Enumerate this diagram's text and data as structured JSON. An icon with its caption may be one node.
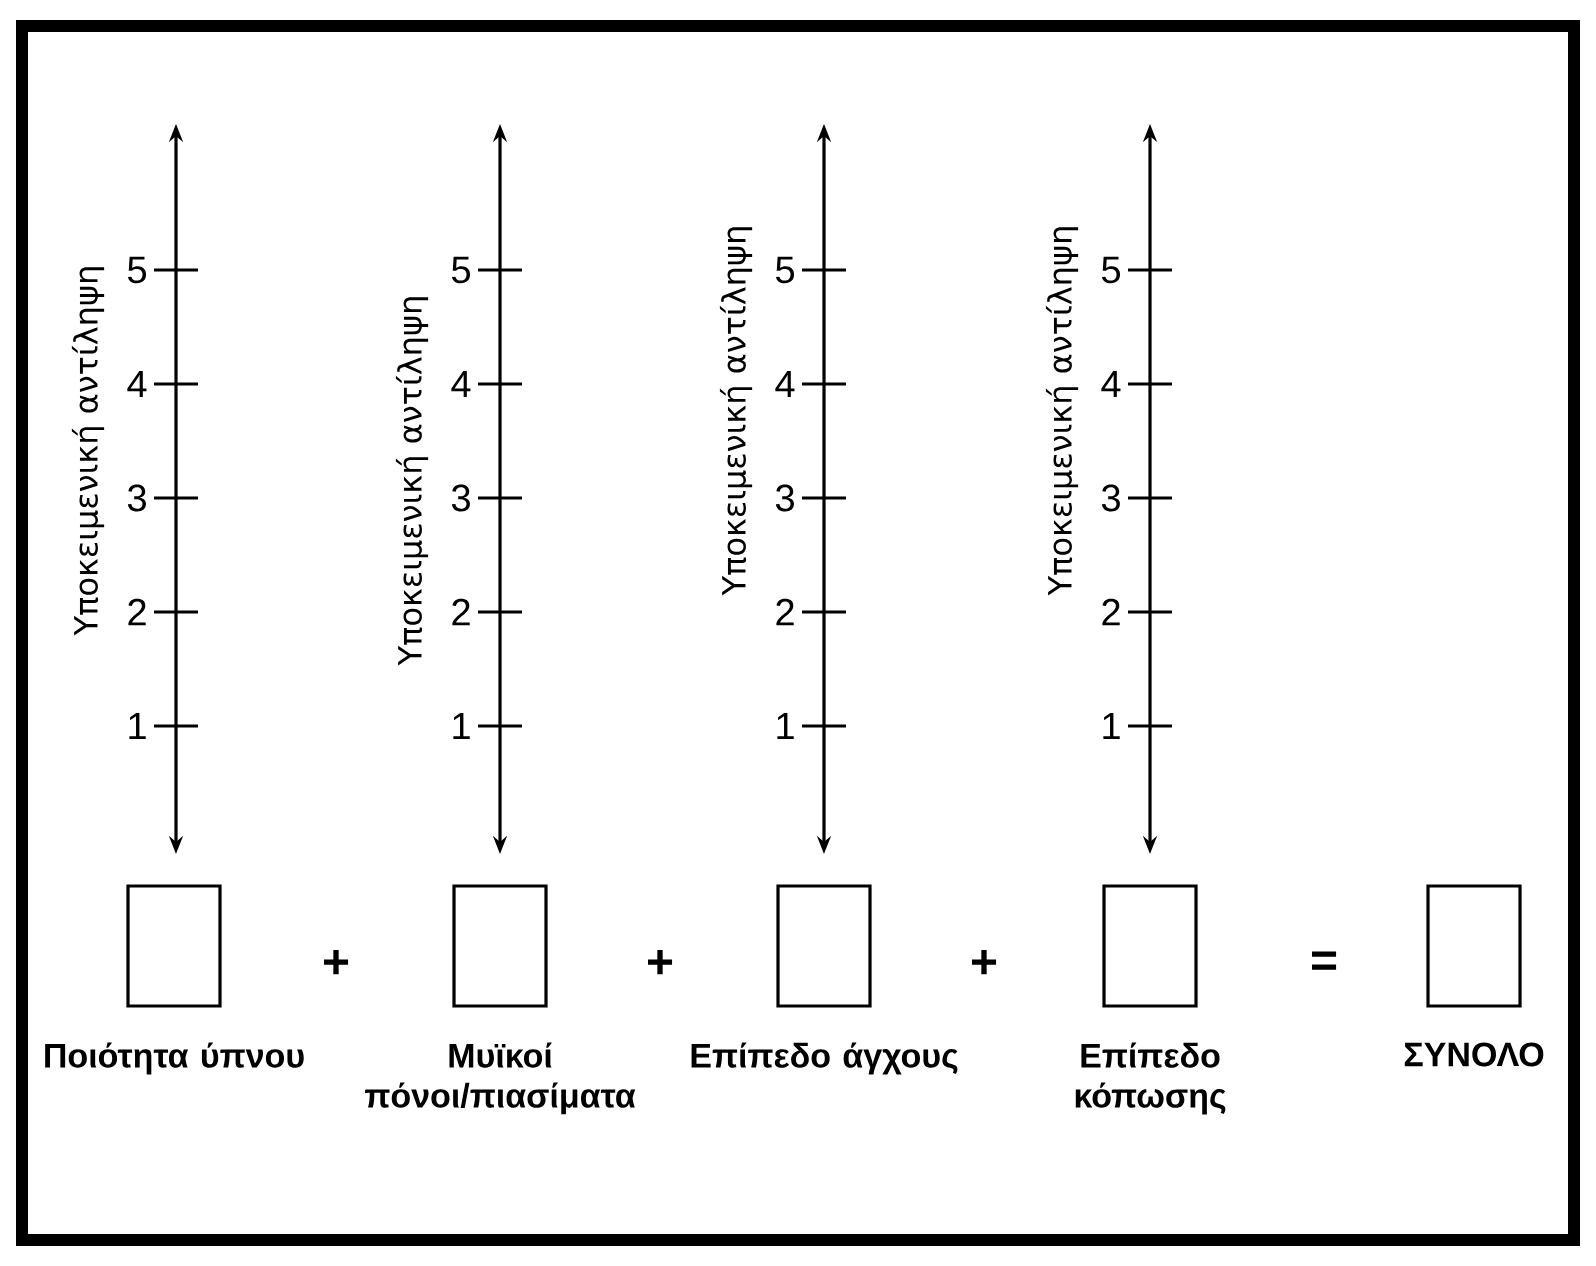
{
  "diagram": {
    "nodes": [
      {
        "text": [],
        "shape": "box",
        "beside": [
          "Ποιότητα ύπνου"
        ]
      },
      {
        "text": [],
        "shape": "box",
        "beside": [
          "Μυϊκοί πόνοι/πιασίματα"
        ]
      },
      {
        "text": [],
        "shape": "box",
        "beside": [
          "Επίπεδο άγχους"
        ]
      },
      {
        "text": [],
        "shape": "box",
        "beside": [
          "Επίπεδο κόπωσης"
        ]
      },
      {
        "text": [],
        "shape": "box",
        "beside": [
          "ΣΥΝΟΛΟ"
        ]
      }
    ],
    "labels": [
      "Υποκειμενική αντίληψη",
      "5",
      "4",
      "3",
      "2",
      "1",
      "Υποκειμενική αντίληψη",
      "5",
      "4",
      "3",
      "2",
      "1",
      "Υποκειμενική αντίληψη",
      "5",
      "4",
      "3",
      "2",
      "1",
      "Υποκειμενική αντίληψη",
      "5",
      "4",
      "3",
      "2",
      "1",
      "+",
      "+",
      "+",
      "="
    ]
  }
}
